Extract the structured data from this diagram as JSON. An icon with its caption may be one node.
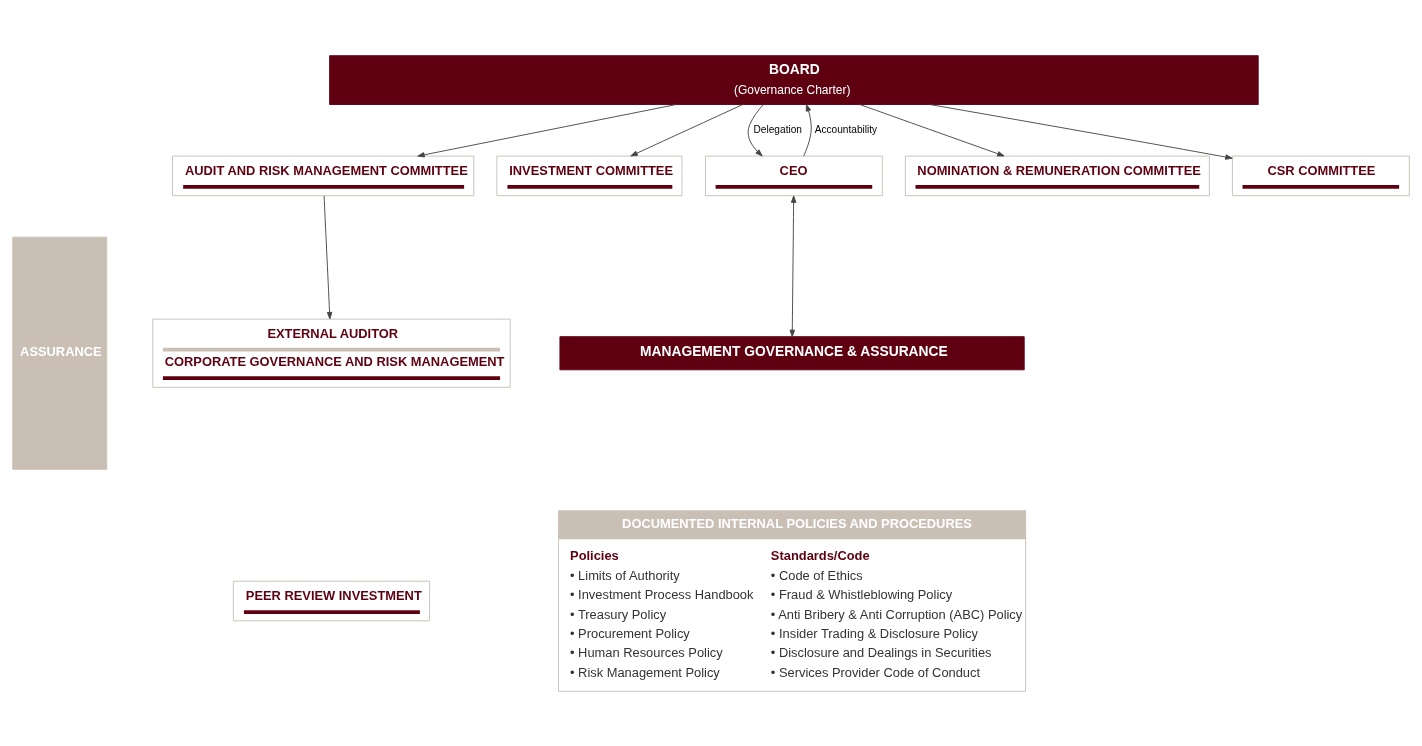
{
  "diagram": {
    "nodes": [
      {
        "text": [
          "BOARD",
          "(Governance Charter)"
        ]
      },
      {
        "text": [
          "AUDIT AND RISK MANAGEMENT COMMITTEE"
        ]
      },
      {
        "text": [
          "INVESTMENT COMMITTEE"
        ]
      },
      {
        "text": [
          "CEO"
        ]
      },
      {
        "text": [
          "NOMINATION & REMUNERATION COMMITTEE"
        ]
      },
      {
        "text": [
          "CSR COMMITTEE"
        ]
      },
      {
        "text": [
          "ASSURANCE"
        ]
      },
      {
        "text": [
          "EXTERNAL AUDITOR",
          "CORPORATE GOVERNANCE AND RISK MANAGEMENT"
        ]
      },
      {
        "text": [
          "PEER REVIEW INVESTMENT"
        ]
      },
      {
        "text": [
          "MANAGEMENT GOVERNANCE & ASSURANCE"
        ]
      },
      {
        "text": [
          "DOCUMENTED INTERNAL POLICIES AND PROCEDURES",
          "Policies",
          "• Limits of Authority",
          "• Investment Process Handbook",
          "• Treasury Policy",
          "• Procurement Policy",
          "• Human Resources Policy",
          "• Risk Management Policy",
          "Standards/Code",
          "• Code of Ethics",
          "• Fraud & Whistleblowing Policy",
          "• Anti Bribery & Anti Corruption (ABC) Policy",
          "• Insider Trading & Disclosure Policy",
          "• Disclosure and Dealings in Securities",
          "• Services Provider Code of Conduct"
        ]
      }
    ],
    "edges": [
      {
        "from": 0,
        "to": 1,
        "arrow": "to"
      },
      {
        "from": 0,
        "to": 2,
        "arrow": "to"
      },
      {
        "from": 0,
        "to": 3,
        "arrow": "to",
        "label": "Delegation"
      },
      {
        "from": 3,
        "to": 0,
        "arrow": "to",
        "label": "Accountability"
      },
      {
        "from": 0,
        "to": 4,
        "arrow": "to"
      },
      {
        "from": 0,
        "to": 5,
        "arrow": "to"
      },
      {
        "from": 1,
        "to": 7,
        "arrow": "to"
      },
      {
        "from": 3,
        "to": 9,
        "arrow": "both"
      }
    ]
  }
}
